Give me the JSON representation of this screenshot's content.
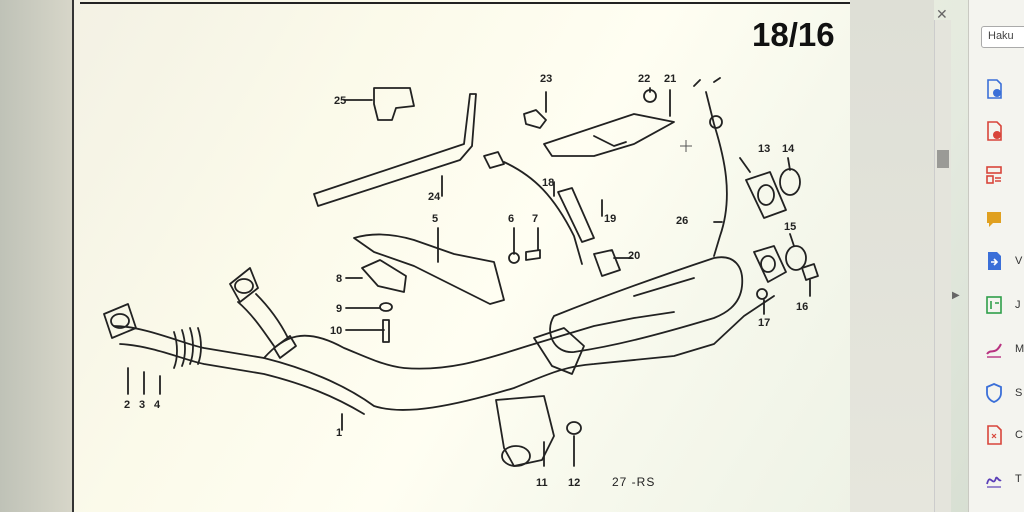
{
  "document": {
    "page_number": "18/16",
    "diagram_code": "27 -RS",
    "callouts": [
      "1",
      "2",
      "3",
      "4",
      "5",
      "6",
      "7",
      "8",
      "9",
      "10",
      "11",
      "12",
      "13",
      "14",
      "15",
      "16",
      "17",
      "18",
      "19",
      "20",
      "21",
      "22",
      "23",
      "24",
      "25",
      "26"
    ]
  },
  "tools_pane": {
    "search_text": "Haku",
    "tools": [
      {
        "icon": "create-pdf-icon",
        "label": "",
        "color": "#3b6fd8"
      },
      {
        "icon": "add-pdf-icon",
        "label": "",
        "color": "#d8453b"
      },
      {
        "icon": "organize-pages-icon",
        "label": "",
        "color": "#d8453b"
      },
      {
        "icon": "comment-icon",
        "label": "",
        "color": "#e0a020"
      },
      {
        "icon": "export-pdf-icon",
        "label": "V",
        "color": "#3b6fd8"
      },
      {
        "icon": "edit-pdf-icon",
        "label": "J",
        "color": "#2f9e4a"
      },
      {
        "icon": "fill-sign-icon",
        "label": "M",
        "color": "#b83280"
      },
      {
        "icon": "protect-icon",
        "label": "S",
        "color": "#3b6fd8"
      },
      {
        "icon": "pdf-file-icon",
        "label": "C",
        "color": "#d8453b"
      },
      {
        "icon": "signature-icon",
        "label": "T",
        "color": "#5b3fb8"
      }
    ]
  },
  "viewer": {
    "close_glyph": "✕",
    "collapse_glyph": "▶"
  },
  "colors": {
    "ink": "#222222",
    "page": "#fbfaea",
    "pane": "#f4f4ef"
  }
}
